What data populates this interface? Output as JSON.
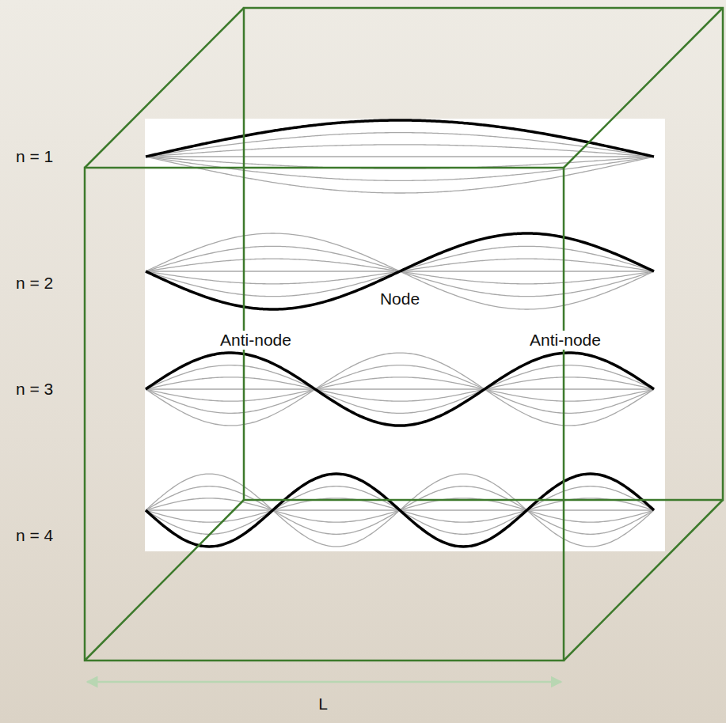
{
  "diagram": {
    "labels": [
      "n = 1",
      "n = 2",
      "n = 3",
      "n = 4",
      "Node",
      "Anti-node",
      "Anti-node",
      "L"
    ]
  }
}
